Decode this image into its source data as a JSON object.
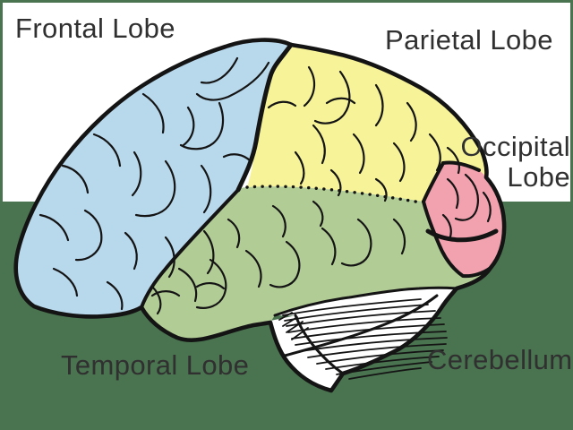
{
  "diagram": {
    "labels": {
      "frontal": "Frontal Lobe",
      "parietal": "Parietal Lobe",
      "occipital_line1": "Occipital",
      "occipital_line2": "Lobe",
      "temporal": "Temporal Lobe",
      "cerebellum": "Cerebellum"
    },
    "regions": [
      {
        "name": "Frontal Lobe",
        "color": "#b8d8ec"
      },
      {
        "name": "Parietal Lobe",
        "color": "#f7f399"
      },
      {
        "name": "Occipital Lobe",
        "color": "#f2a2af"
      },
      {
        "name": "Temporal Lobe",
        "color": "#b2cc96"
      },
      {
        "name": "Cerebellum",
        "color": "#ffffff"
      }
    ],
    "colors": {
      "background": "#4a7350",
      "panel": "#ffffff",
      "frontal": "#b8d8ec",
      "parietal": "#f7f399",
      "occipital": "#f2a2af",
      "temporal": "#b2cc96",
      "cerebellum": "#ffffff",
      "outline": "#141414",
      "label_text": "#303030"
    }
  }
}
